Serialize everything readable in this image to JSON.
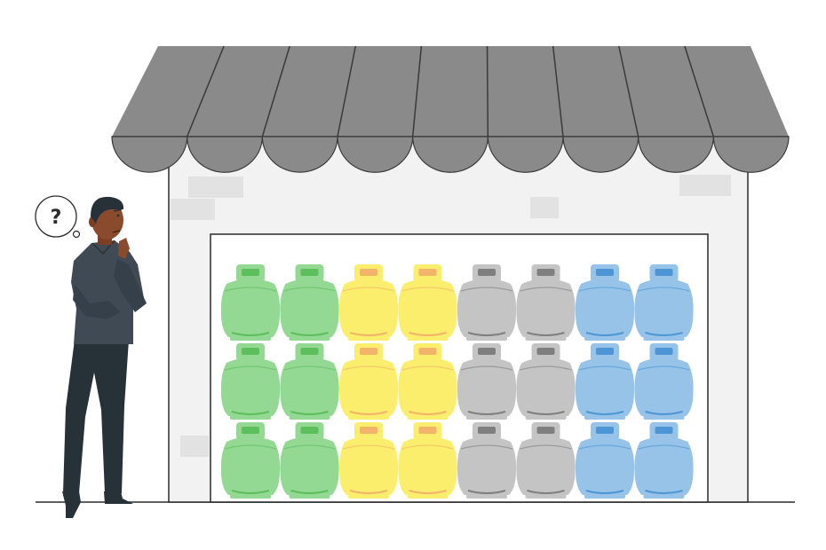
{
  "scene": {
    "thought_bubble_text": "?",
    "colors": {
      "awning": "#8a8a8a",
      "awning_line": "#3a3a3a",
      "wall": "#f2f2f2",
      "brick": "#e2e2e2",
      "outline": "#2b2b2b",
      "skin": "#8a4b2c",
      "hair": "#263238",
      "shirt": "#3f4a55",
      "pants": "#263238"
    },
    "cylinder_columns": [
      {
        "color": "green",
        "body": "#93d893",
        "valve": "#5cbf5c"
      },
      {
        "color": "green",
        "body": "#93d893",
        "valve": "#5cbf5c"
      },
      {
        "color": "yellow",
        "body": "#fbee6c",
        "valve": "#f2b36a"
      },
      {
        "color": "yellow",
        "body": "#fbee6c",
        "valve": "#f2b36a"
      },
      {
        "color": "gray",
        "body": "#c4c4c4",
        "valve": "#7f7f7f"
      },
      {
        "color": "gray",
        "body": "#c4c4c4",
        "valve": "#7f7f7f"
      },
      {
        "color": "blue",
        "body": "#96c3e7",
        "valve": "#4c96d6"
      },
      {
        "color": "blue",
        "body": "#96c3e7",
        "valve": "#4c96d6"
      }
    ],
    "cylinder_rows": 3
  }
}
